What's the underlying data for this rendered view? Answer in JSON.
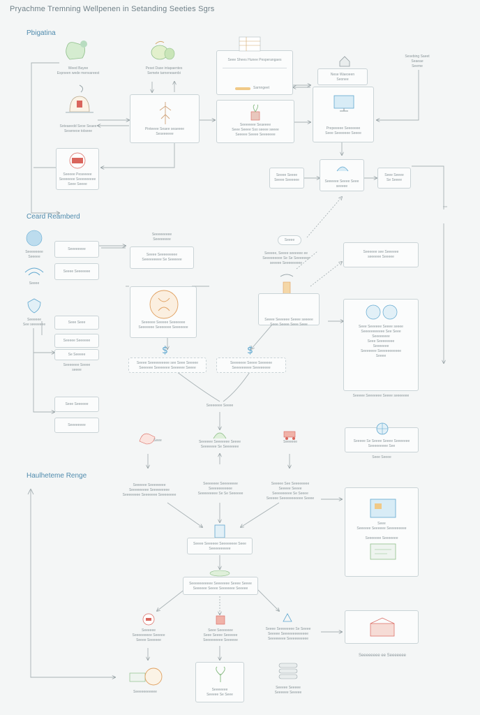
{
  "title": "Pryachme Tremning Wellpenen in Setanding Seeties Sgrs",
  "sections": {
    "s1": "Pbigatina",
    "s2": "Ceard Reamberd",
    "s3": "Haulheteme Renge"
  },
  "colors": {
    "background": "#f4f6f6",
    "line": "#9aa6aa",
    "accent_blue": "#5fa7cf",
    "accent_green": "#8fbf8a",
    "accent_red": "#d9655c",
    "accent_orange": "#e0a060"
  },
  "nodes": {
    "n_bag": "Weed Bayee\nExpneen wede menvareest",
    "n_pears": "Pesei Dase intapaentes\nSemete tarneneaenbi",
    "n_sheet_head": "Seee Shees Hunee Pesperangaes",
    "n_sheet_bar": "Sarnngeet",
    "n_house_top": "Nese Waeoeen\nSeonee",
    "n_top_right": "Sesebing Saeet\nSeaeae\nSeeme",
    "n_lamp": "Soteaeedd Seoe Seaee\nSeseneoe tolseee",
    "n_center_top": "Pinteeee Seaee seaeeee\nSeseeeeee",
    "n_plant_box": "Seeeeeee Seaeeee\nSeee Seeee Sso seeee seeee\nSeeeee Seeee Seeeeeee",
    "n_monitor": "Prepeeeee Seeeeeee\nSeee Seeeeeee Seeee",
    "n_truck": "Seeeee Peseeeee\nSeeeeeee Seeeeeeeee\nSeee Seeee",
    "n_left_small": "Seeee Seeee\nSeeee Seeeeee",
    "n_pin": "Seeeeee Seeee Seee\nseeeee",
    "n_right_small": "Seee Seeee\nSe Seeee",
    "n_s2_circle": "Seeeeeeee\nSeeeee",
    "n_s2_wifi": "Seeee",
    "n_s2_box1": "Seeeeeeee",
    "n_s2_box2": "Seeee Seeeeeee",
    "n_s2_box3": "Seeee Seeeeeeeee\nSeeeeeeeee Se Seeeeee",
    "n_s2_box3_head": "Seeeeeeeee\nSeeeeeeee",
    "n_flower_cap": "Seeeeee Seeeee Seeeeeee\nSeeeeeee Seeeeeee Seeeeeee",
    "n_shield": "Seeeeee\nSee seeeeeee",
    "n_stack1": "Seee Seee",
    "n_stack2": "Seeeee Seeeeee",
    "n_stack3": "Se Seeeee",
    "n_stack_note": "Seeeeeee Seeee\nseeee",
    "n_stack4": "Seee Seeeeee",
    "n_stack5": "Seeeeeeee",
    "n_speech": "Seeee",
    "n_mid_right_text": "Seeeee, Seeee seeeeee ee\nSeeeeeeeee Se Se Seeeeeee\nseeeee Seeeeeeeee",
    "n_phone_cap": "Seeee Seeeeee Seeee seeeee\nSeee Seeee Seee Seee",
    "n_prov_box": "Seeeeee see Seeeeee\nseeeeee Seeeee",
    "n_right_panel": "Seee Seeeeee Seeee seeee\nSeeeeeeeeeee See Seee\nSeeeeeeee\nSeee Seeeeeeee\nSeeeeeee\nSeeeeeee Seeeeeeeeeee\nSeeee",
    "n_right_panel_cap": "Seeeee Seeeeeee Seeee seeeeeee",
    "n_dollar_left": "Seeee Seeeeeeeeee see Seee Seeeee\nSeeeeee Seeeeeee Seeeeee Seeee",
    "n_dollar_right": "Seeeeeee Seeee Seeeeee\nSeeeeeeeee Seeeeeeee",
    "n_curve": "Seeeeeee Seeee",
    "n_s3_left_icon": "Seee",
    "n_s3_center_icon": "Seeeeee Seeeeeee Seeee\nSeeeeeee Se Seeeeeee",
    "n_s3_right_icon": "Seeeeee",
    "n_s3_right_box": "Seeeee Se Seeee Seeee Seeeeeee\nSeeeeeeeee See",
    "n_s3_right_box_cap": "Seee Seeee",
    "n_s3_col1": "Seeeeee Seeeeeeee\nSeeeeeeeee Seeeeeeeee\nSeeeeeeee Seeeeeee Seeeeeeee",
    "n_s3_col2": "Seeeeeee Seeeeeeee\nSeeeeeeeeeee\nSeeeeeeeee Se Se Seeeeee",
    "n_s3_col3": "Seeeee See Seeeeeeee\nSeeeee Seeee\nSeeeeeeeee Se Seeee\nSeeeee Seeeeeeeeeee Seeee",
    "n_screens": "Seee\nSeeeeee Seeeeee Seeeeeeeee\n\nSeeeeeee Seeeeeee",
    "n_hub": "Seeee Seeeeee Seeeeeeee Seee\nSeeeeeeeeee",
    "n_lower_mid": "Seeeeeeeeeee Seeeeeee Seeee Seeee\nSeeeeee Seeee Seeeeeee Seeeee",
    "n_b1": "Seeeeee\nSeeeeeeeee Seeeee\nSeeee Seeeeee",
    "n_b2": "Seee Seeeeeee\nSeee Seeee Seeeeee\nSeeeeeeeee Seeeeee",
    "n_b3": "Seeee Seeeeeeee Se Seeee\nSeeeee Seeeeeeeeeeeee\nSeeeeeeee Seeeeeeeeee",
    "n_battery": "Seeeeeeeeeee",
    "n_plant2": "Seeeeeee\nSeeeee Se Seee",
    "n_disc": "Seeeee Seeeee\nSeeeeee Seeeee",
    "n_lab": "Seeeeeeee ee Seeeeeee"
  }
}
